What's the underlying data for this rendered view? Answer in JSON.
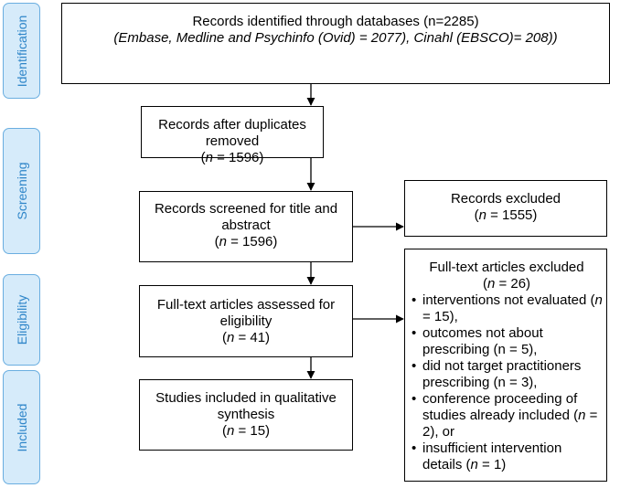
{
  "phases": {
    "identification": "Identification",
    "screening": "Screening",
    "eligibility": "Eligibility",
    "included": "Included"
  },
  "boxes": {
    "identified": {
      "line1": "Records identified through databases (n=2285)",
      "line2": "(Embase, Medline and Psychinfo  (Ovid) = 2077), Cinahl (EBSCO)= 208))"
    },
    "duplicates": {
      "line1": "Records after duplicates removed",
      "n_prefix": "(",
      "n_var": "n",
      "n_rest": " = 1596)"
    },
    "screened": {
      "line1": "Records screened for title and",
      "line2": "abstract",
      "n_prefix": "(",
      "n_var": "n",
      "n_rest": " = 1596)"
    },
    "excluded": {
      "line1": "Records excluded",
      "n_prefix": "(",
      "n_var": "n",
      "n_rest": " = 1555)"
    },
    "fulltext": {
      "line1": "Full-text articles assessed for",
      "line2": "eligibility",
      "n_prefix": "(",
      "n_var": "n",
      "n_rest": " = 41)"
    },
    "fulltext_excluded": {
      "title": "Full-text articles excluded",
      "n_prefix": "(",
      "n_var": "n",
      "n_rest": " = 26)",
      "reasons": [
        {
          "l1a": "interventions not evaluated (",
          "l1v": "n",
          "l2": "= 15),"
        },
        {
          "l1a": "outcomes not about",
          "l1v": "",
          "l2": "prescribing (n = 5),"
        },
        {
          "l1a": "did not target practitioners",
          "l1v": "",
          "l2": "prescribing (n = 3),"
        },
        {
          "l1a": "conference proceeding of",
          "l1v": "",
          "l2": "studies already included (",
          "l2v": "n",
          "l2r": " =",
          "l3": "2), or"
        },
        {
          "l1a": "insufficient intervention",
          "l1v": "",
          "l2": "details (",
          "l2v": "n",
          "l2r": " = 1)"
        }
      ]
    },
    "included": {
      "line1": "Studies included in qualitative",
      "line2": "synthesis",
      "n_prefix": "(",
      "n_var": "n",
      "n_rest": " = 15)"
    }
  }
}
